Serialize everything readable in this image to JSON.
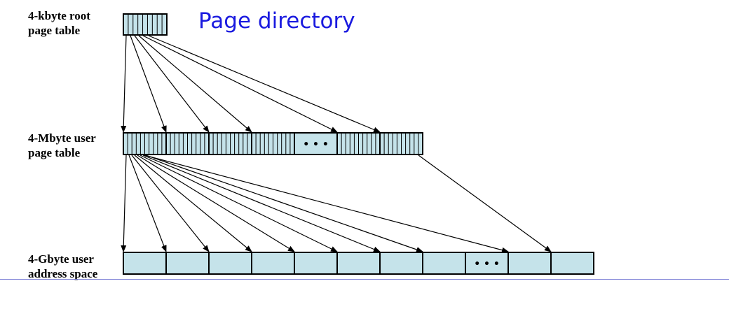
{
  "title": "Page directory",
  "labels": {
    "root": [
      "4-kbyte root",
      "page table"
    ],
    "user_pt": [
      "4-Mbyte user",
      "page table"
    ],
    "address_space": [
      "4-Gbyte user",
      "address space"
    ]
  },
  "ellipsis": "• • •",
  "colors": {
    "cell_fill": "#c5e3ea",
    "stroke": "#000000",
    "title": "#1a1adf",
    "rule": "#7b7fd6"
  }
}
